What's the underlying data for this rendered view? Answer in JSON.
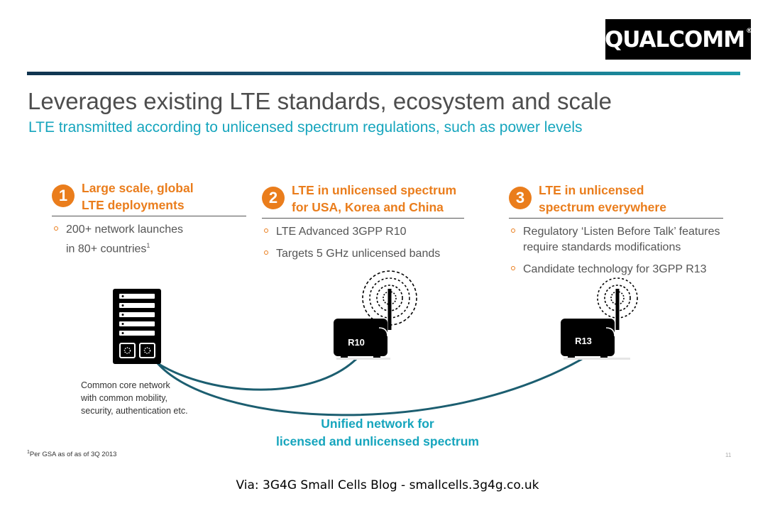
{
  "brand": {
    "logo_text": "QUALCOMM",
    "reg_mark": "®"
  },
  "slide": {
    "title": "Leverages existing LTE standards, ecosystem and scale",
    "subtitle": "LTE transmitted according to unlicensed spectrum regulations, such as power levels"
  },
  "columns": [
    {
      "number": "1",
      "heading_line1": "Large scale, global",
      "heading_line2": "LTE deployments",
      "bullets": [
        {
          "line1": "200+ network launches",
          "line2": "in 80+ countries",
          "sup": "1"
        }
      ]
    },
    {
      "number": "2",
      "heading_line1": "LTE in unlicensed spectrum",
      "heading_line2": "for USA, Korea and  China",
      "bullets": [
        {
          "line1": "LTE Advanced 3GPP R10"
        },
        {
          "line1": "Targets 5 GHz unlicensed bands"
        }
      ]
    },
    {
      "number": "3",
      "heading_line1": "LTE in unlicensed",
      "heading_line2": "spectrum everywhere",
      "bullets": [
        {
          "line1": "Regulatory ‘Listen Before Talk’ features",
          "line2": "require standards modifications"
        },
        {
          "line1": "Candidate technology for 3GPP R13"
        }
      ]
    }
  ],
  "diagram": {
    "core_caption": [
      "Common core network",
      "with common mobility,",
      "security, authentication etc."
    ],
    "small_cell_left_label": "R10",
    "small_cell_right_label": "R13",
    "unified_line1": "Unified network for",
    "unified_line2": "licensed and unlicensed spectrum",
    "link_color": "#1c5e70"
  },
  "footnote": {
    "sup": "1",
    "text": "Per GSA as of as of 3Q 2013"
  },
  "page_number": "11",
  "credit": "Via: 3G4G Small Cells Blog - smallcells.3g4g.co.uk",
  "colors": {
    "accent_orange": "#ea7d1c",
    "accent_teal": "#16a5bd",
    "navy": "#10344f"
  }
}
